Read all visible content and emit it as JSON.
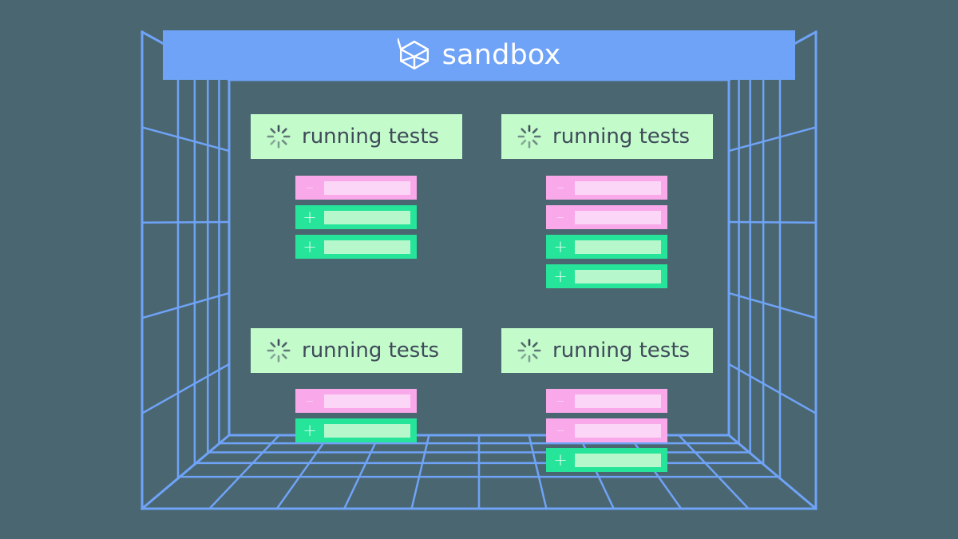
{
  "meta": {
    "background_color": "#4a6670",
    "accent_blue": "#6fa3f7",
    "card_green": "#c3fbcb",
    "bar_add_green": "#26e49a",
    "bar_add_fill": "#b7f7cc",
    "bar_del_pink": "#f9a8ea",
    "bar_del_fill": "#fcd6f6",
    "text_dark": "#3f4a5a",
    "banner_text_color": "#ffffff"
  },
  "header": {
    "title": "sandbox",
    "logo_icon": "isometric-cube-icon"
  },
  "room": {
    "wireframe_color": "#6fa3f7",
    "description": "perspective wireframe room: ceiling grid, floor grid, left wall grid, right wall grid",
    "floor_columns": 10,
    "floor_rows": 5,
    "ceiling_columns": 10,
    "ceiling_rows": 3,
    "wall_columns": 5,
    "wall_rows": 5
  },
  "panels": [
    {
      "id": "panel-top-left",
      "status": {
        "icon": "spinner-icon",
        "label": "running tests"
      },
      "diffs": [
        {
          "type": "del",
          "sign": "–"
        },
        {
          "type": "add",
          "sign": "+"
        },
        {
          "type": "add",
          "sign": "+"
        }
      ]
    },
    {
      "id": "panel-top-right",
      "status": {
        "icon": "spinner-icon",
        "label": "running tests"
      },
      "diffs": [
        {
          "type": "del",
          "sign": "–"
        },
        {
          "type": "del",
          "sign": "–"
        },
        {
          "type": "add",
          "sign": "+"
        },
        {
          "type": "add",
          "sign": "+"
        }
      ]
    },
    {
      "id": "panel-bottom-left",
      "status": {
        "icon": "spinner-icon",
        "label": "running tests"
      },
      "diffs": [
        {
          "type": "del",
          "sign": "–"
        },
        {
          "type": "add",
          "sign": "+"
        }
      ]
    },
    {
      "id": "panel-bottom-right",
      "status": {
        "icon": "spinner-icon",
        "label": "running tests"
      },
      "diffs": [
        {
          "type": "del",
          "sign": "–"
        },
        {
          "type": "del",
          "sign": "–"
        },
        {
          "type": "add",
          "sign": "+"
        }
      ]
    }
  ]
}
